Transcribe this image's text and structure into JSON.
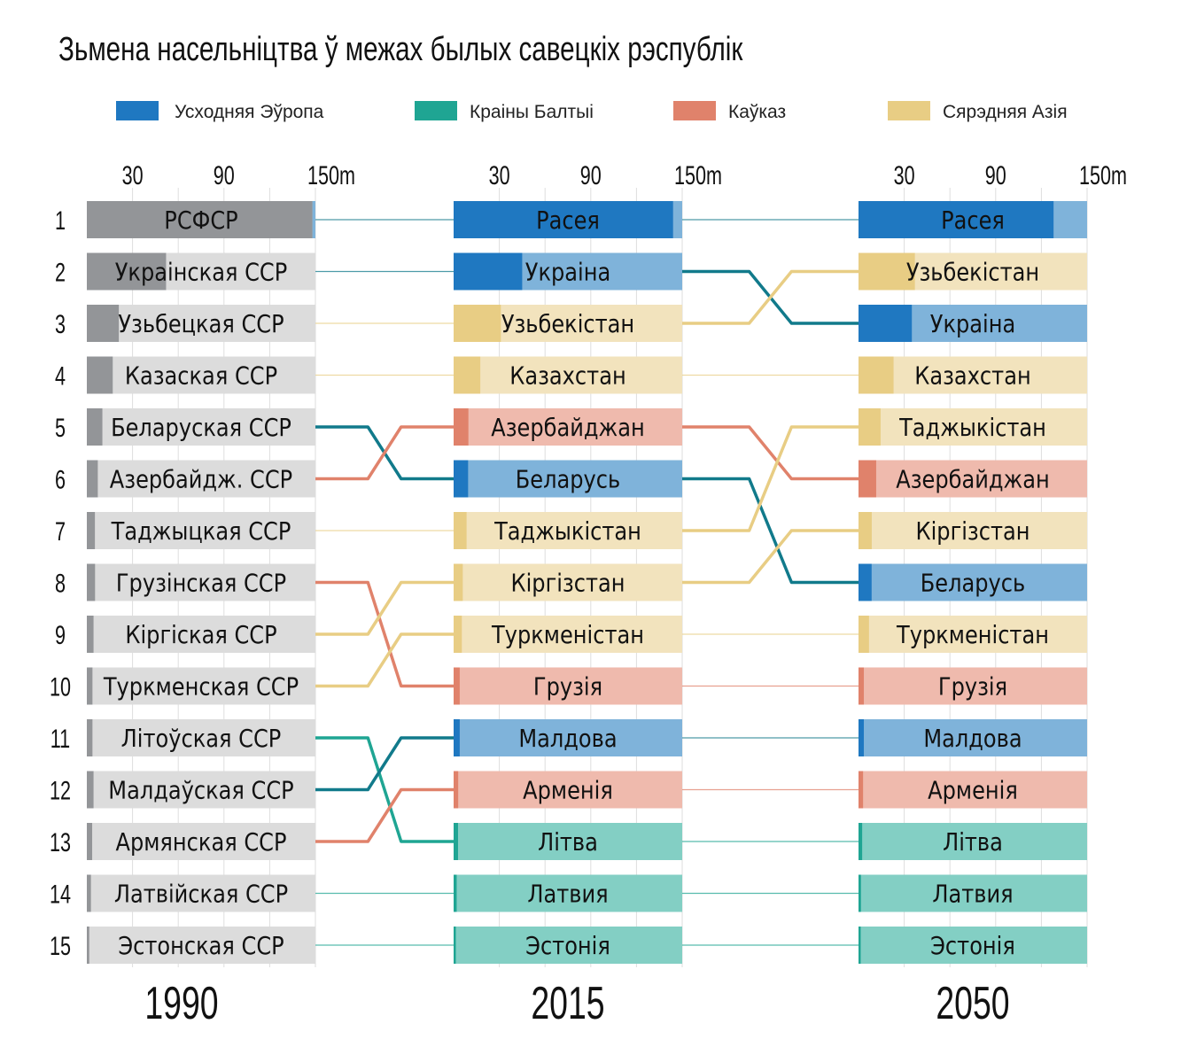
{
  "chart_data": {
    "type": "bar",
    "subtype": "bump-bar (ranked horizontal bars with rank connectors)",
    "title": "Зьмена насельніцтва ў межах былых савецкіх рэспублік",
    "unit": "m",
    "axis": {
      "range": [
        0,
        150
      ],
      "ticks": [
        30,
        60,
        90,
        120,
        150
      ],
      "tick_labels": [
        "30",
        "90",
        "150m"
      ],
      "labeled_ticks": [
        30,
        90,
        150
      ],
      "grid": true
    },
    "legend": {
      "placement": "top",
      "items": [
        {
          "key": "east",
          "label": "Усходняя Эўропа",
          "color": "#1f78c1"
        },
        {
          "key": "baltic",
          "label": "Краіны Балтыі",
          "color": "#1fa593"
        },
        {
          "key": "caucasus",
          "label": "Каўказ",
          "color": "#e0826b"
        },
        {
          "key": "asia",
          "label": "Сярэдняя Азія",
          "color": "#e8cd84"
        }
      ]
    },
    "region_colors": {
      "east": {
        "dark": "#1f78c1",
        "light": "#7fb3da",
        "line": "#117a8b"
      },
      "baltic": {
        "dark": "#1fa593",
        "light": "#83cfc4",
        "line": "#1fa593"
      },
      "caucasus": {
        "dark": "#e0826b",
        "light": "#efbaad",
        "line": "#e0826b"
      },
      "asia": {
        "dark": "#e8cd84",
        "light": "#f2e3bd",
        "line": "#e8cd84"
      },
      "ussr": {
        "dark": "#939598",
        "light": "#dcdcdc"
      }
    },
    "ranks": [
      "1",
      "2",
      "3",
      "4",
      "5",
      "6",
      "7",
      "8",
      "9",
      "10",
      "11",
      "12",
      "13",
      "14",
      "15"
    ],
    "columns": [
      {
        "year": "1990",
        "bars": [
          {
            "id": "rus",
            "label": "РСФСР",
            "region": "ussr",
            "value": 148
          },
          {
            "id": "ukr",
            "label": "Украінская ССР",
            "region": "ussr",
            "value": 52
          },
          {
            "id": "uzb",
            "label": "Узьбецкая ССР",
            "region": "ussr",
            "value": 21
          },
          {
            "id": "kaz",
            "label": "Казаская ССР",
            "region": "ussr",
            "value": 17
          },
          {
            "id": "blr",
            "label": "Беларуская ССР",
            "region": "ussr",
            "value": 10.2
          },
          {
            "id": "aze",
            "label": "Азербайдж. ССР",
            "region": "ussr",
            "value": 7.2
          },
          {
            "id": "tjk",
            "label": "Таджыцкая ССР",
            "region": "ussr",
            "value": 5.3
          },
          {
            "id": "geo",
            "label": "Грузінская ССР",
            "region": "ussr",
            "value": 5.4
          },
          {
            "id": "kgz",
            "label": "Кіргіская ССР",
            "region": "ussr",
            "value": 4.4
          },
          {
            "id": "tkm",
            "label": "Туркменская ССР",
            "region": "ussr",
            "value": 3.7
          },
          {
            "id": "ltu",
            "label": "Літоўская ССР",
            "region": "ussr",
            "value": 3.7
          },
          {
            "id": "mda",
            "label": "Малдаўская ССР",
            "region": "ussr",
            "value": 4.4
          },
          {
            "id": "arm",
            "label": "Армянская ССР",
            "region": "ussr",
            "value": 3.5
          },
          {
            "id": "lva",
            "label": "Латвійская ССР",
            "region": "ussr",
            "value": 2.7
          },
          {
            "id": "est",
            "label": "Эстонская ССР",
            "region": "ussr",
            "value": 1.6
          }
        ]
      },
      {
        "year": "2015",
        "bars": [
          {
            "id": "rus",
            "label": "Расея",
            "region": "east",
            "value": 144
          },
          {
            "id": "ukr",
            "label": "Украіна",
            "region": "east",
            "value": 45
          },
          {
            "id": "uzb",
            "label": "Узьбекістан",
            "region": "asia",
            "value": 31
          },
          {
            "id": "kaz",
            "label": "Казахстан",
            "region": "asia",
            "value": 17.5
          },
          {
            "id": "aze",
            "label": "Азербайджан",
            "region": "caucasus",
            "value": 9.7
          },
          {
            "id": "blr",
            "label": "Беларусь",
            "region": "east",
            "value": 9.5
          },
          {
            "id": "tjk",
            "label": "Таджыкістан",
            "region": "asia",
            "value": 8.5
          },
          {
            "id": "kgz",
            "label": "Кіргізстан",
            "region": "asia",
            "value": 6
          },
          {
            "id": "tkm",
            "label": "Туркменістан",
            "region": "asia",
            "value": 5.4
          },
          {
            "id": "geo",
            "label": "Грузія",
            "region": "caucasus",
            "value": 4
          },
          {
            "id": "mda",
            "label": "Малдова",
            "region": "east",
            "value": 4
          },
          {
            "id": "arm",
            "label": "Арменія",
            "region": "caucasus",
            "value": 3
          },
          {
            "id": "ltu",
            "label": "Літва",
            "region": "baltic",
            "value": 2.9
          },
          {
            "id": "lva",
            "label": "Латвия",
            "region": "baltic",
            "value": 2
          },
          {
            "id": "est",
            "label": "Эстонія",
            "region": "baltic",
            "value": 1.3
          }
        ]
      },
      {
        "year": "2050",
        "bars": [
          {
            "id": "rus",
            "label": "Расея",
            "region": "east",
            "value": 128
          },
          {
            "id": "uzb",
            "label": "Узьбекістан",
            "region": "asia",
            "value": 37
          },
          {
            "id": "ukr",
            "label": "Украіна",
            "region": "east",
            "value": 35
          },
          {
            "id": "kaz",
            "label": "Казахстан",
            "region": "asia",
            "value": 23
          },
          {
            "id": "tjk",
            "label": "Таджыкістан",
            "region": "asia",
            "value": 14.5
          },
          {
            "id": "aze",
            "label": "Азербайджан",
            "region": "caucasus",
            "value": 11.6
          },
          {
            "id": "kgz",
            "label": "Кіргізстан",
            "region": "asia",
            "value": 8.7
          },
          {
            "id": "blr",
            "label": "Беларусь",
            "region": "east",
            "value": 8.6
          },
          {
            "id": "tkm",
            "label": "Туркменістан",
            "region": "asia",
            "value": 6.9
          },
          {
            "id": "geo",
            "label": "Грузія",
            "region": "caucasus",
            "value": 3.5
          },
          {
            "id": "mda",
            "label": "Малдова",
            "region": "east",
            "value": 3.5
          },
          {
            "id": "arm",
            "label": "Арменія",
            "region": "caucasus",
            "value": 3
          },
          {
            "id": "ltu",
            "label": "Літва",
            "region": "baltic",
            "value": 2.4
          },
          {
            "id": "lva",
            "label": "Латвия",
            "region": "baltic",
            "value": 1.6
          },
          {
            "id": "est",
            "label": "Эстонія",
            "region": "baltic",
            "value": 1.2
          }
        ]
      }
    ],
    "connector_region_1990_to_2015": {
      "rus": "east",
      "ukr": "east",
      "uzb": "asia",
      "kaz": "asia",
      "blr": "east",
      "aze": "caucasus",
      "tjk": "asia",
      "geo": "caucasus",
      "kgz": "asia",
      "tkm": "asia",
      "ltu": "baltic",
      "mda": "east",
      "arm": "caucasus",
      "lva": "baltic",
      "est": "baltic"
    }
  }
}
